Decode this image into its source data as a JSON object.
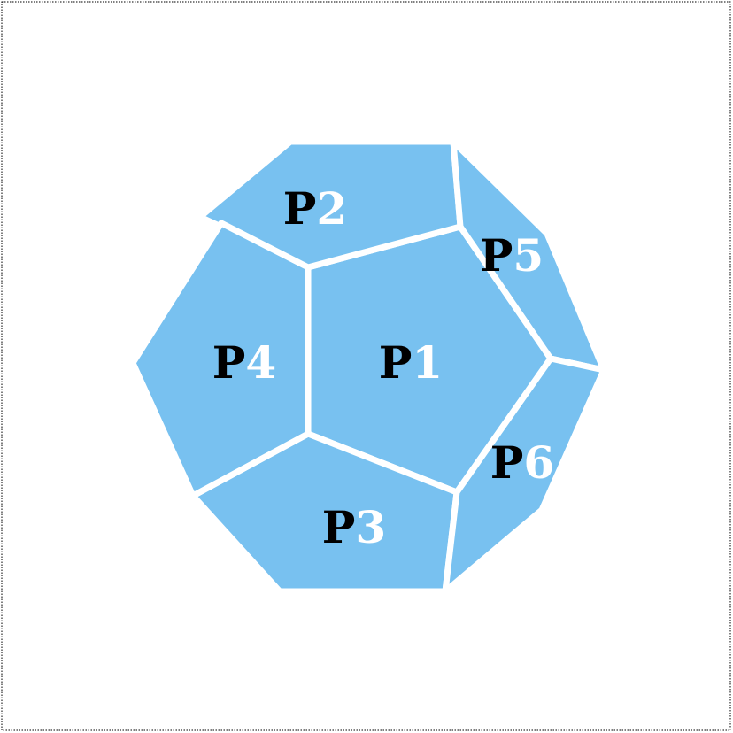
{
  "colors": {
    "face_fill": "#78C1F0",
    "label_prefix": "#000000",
    "label_number": "#FFFFFF",
    "background": "#FFFFFF"
  },
  "faces": [
    {
      "id": "p1",
      "prefix": "P",
      "number": "1"
    },
    {
      "id": "p2",
      "prefix": "P",
      "number": "2"
    },
    {
      "id": "p3",
      "prefix": "P",
      "number": "3"
    },
    {
      "id": "p4",
      "prefix": "P",
      "number": "4"
    },
    {
      "id": "p5",
      "prefix": "P",
      "number": "5"
    },
    {
      "id": "p6",
      "prefix": "P",
      "number": "6"
    }
  ]
}
